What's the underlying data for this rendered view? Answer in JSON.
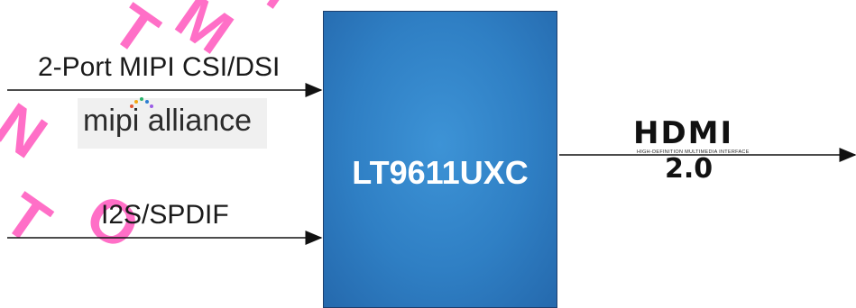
{
  "inputs": {
    "video_label": "2-Port MIPI CSI/DSI",
    "audio_label": "I2S/SPDIF",
    "mipi_logo_text": "mipi alliance"
  },
  "chip": {
    "name": "LT9611UXC",
    "color": "#2f7fc4"
  },
  "output": {
    "hdmi_logo": "HDMI",
    "hdmi_tagline": "HIGH-DEFINITION MULTIMEDIA INTERFACE",
    "hdmi_version": "2.0"
  },
  "colors": {
    "watermark": "#ff4fb8",
    "arrow": "#111111"
  }
}
